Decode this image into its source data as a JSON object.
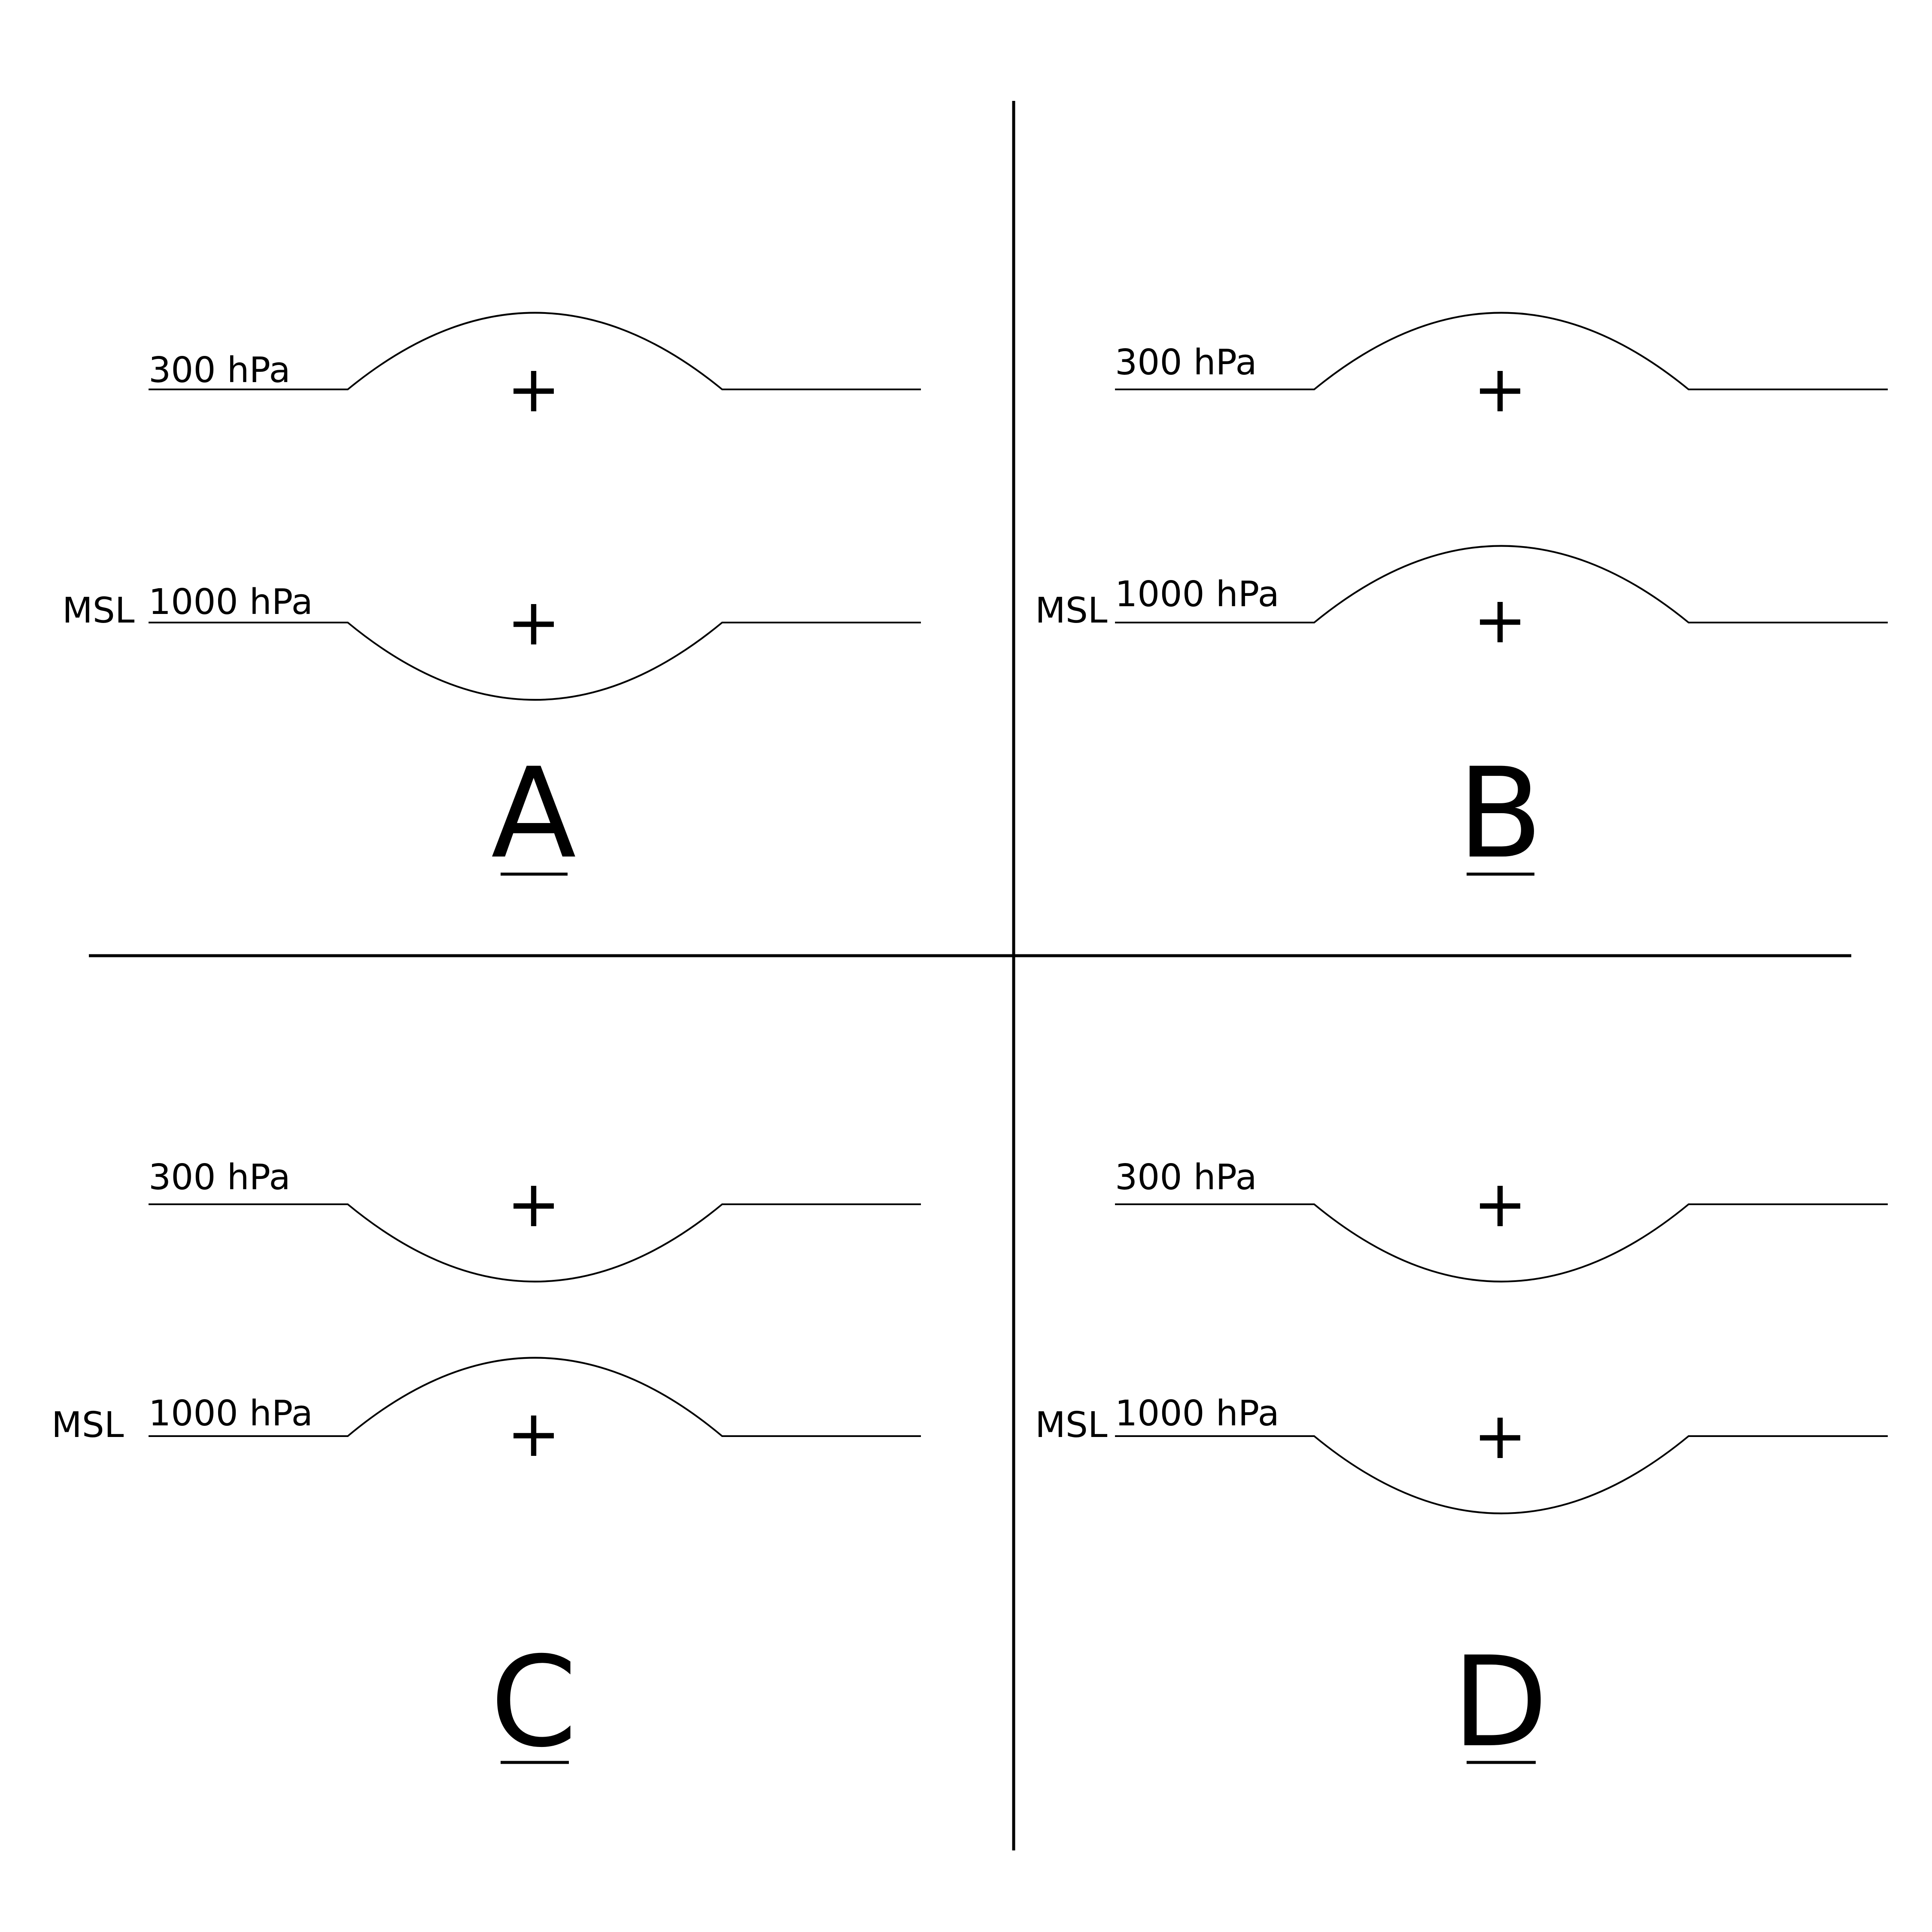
{
  "panels": [
    {
      "id": "A",
      "letter": "A",
      "upper_label": "300 hPa",
      "lower_label": "1000 hPa",
      "msl_label": "MSL",
      "upper_bulge": "up",
      "lower_bulge": "down",
      "center_symbol": "+"
    },
    {
      "id": "B",
      "letter": "B",
      "upper_label": "300 hPa",
      "lower_label": "1000 hPa",
      "msl_label": "MSL",
      "upper_bulge": "up",
      "lower_bulge": "up",
      "center_symbol": "+"
    },
    {
      "id": "C",
      "letter": "C",
      "upper_label": "300 hPa",
      "lower_label": "1000 hPa",
      "msl_label": "MSL",
      "upper_bulge": "down",
      "lower_bulge": "up",
      "center_symbol": "+"
    },
    {
      "id": "D",
      "letter": "D",
      "upper_label": "300 hPa",
      "lower_label": "1000 hPa",
      "msl_label": "MSL",
      "upper_bulge": "down",
      "lower_bulge": "down",
      "center_symbol": "+"
    }
  ]
}
